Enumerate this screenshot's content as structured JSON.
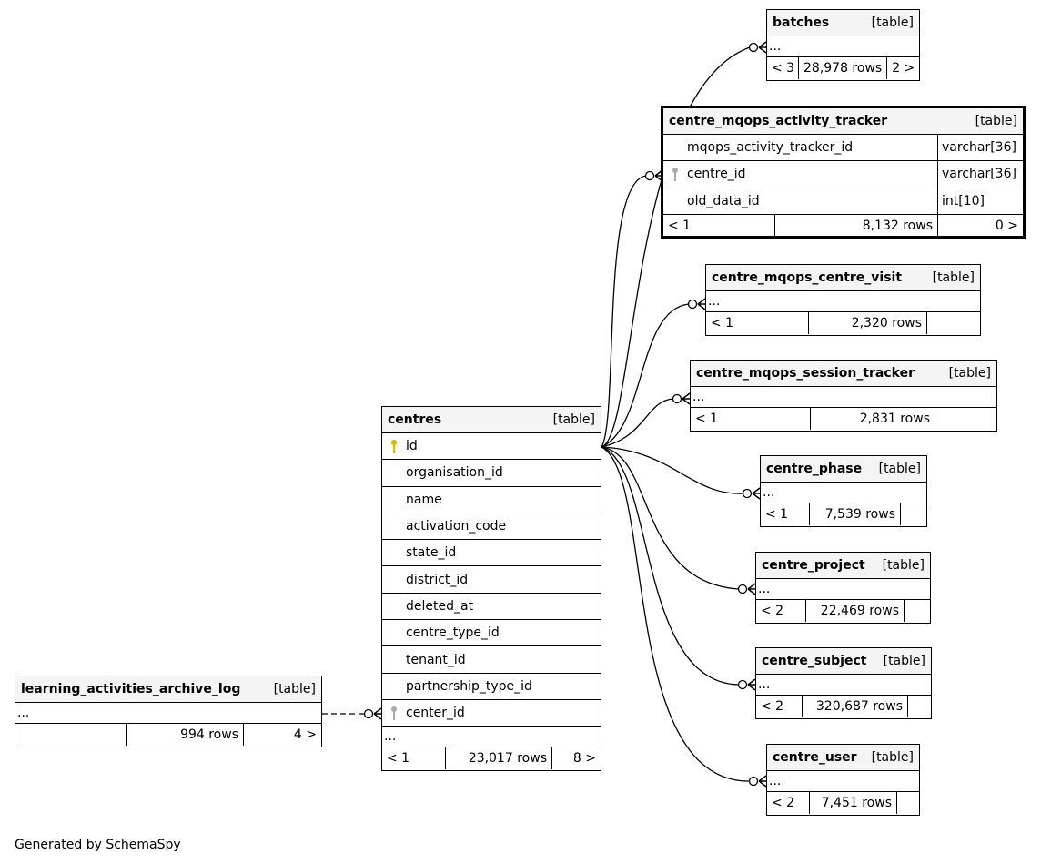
{
  "footer": "Generated by SchemaSpy",
  "tables": {
    "batches": {
      "name": "batches",
      "tag": "[table]",
      "columns": [],
      "ellipsis": "...",
      "parents": "< 3",
      "rows": "28,978 rows",
      "children": "2 >"
    },
    "tracker": {
      "name": "centre_mqops_activity_tracker",
      "tag": "[table]",
      "columns": [
        {
          "name": "mqops_activity_tracker_id",
          "type": "varchar[36]"
        },
        {
          "name": "centre_id",
          "type": "varchar[36]"
        },
        {
          "name": "old_data_id",
          "type": "int[10]"
        }
      ],
      "parents": "< 1",
      "rows": "8,132 rows",
      "children": "0 >"
    },
    "visit": {
      "name": "centre_mqops_centre_visit",
      "tag": "[table]",
      "ellipsis": "...",
      "parents": "< 1",
      "rows": "2,320 rows",
      "children": ""
    },
    "session": {
      "name": "centre_mqops_session_tracker",
      "tag": "[table]",
      "ellipsis": "...",
      "parents": "< 1",
      "rows": "2,831 rows",
      "children": ""
    },
    "phase": {
      "name": "centre_phase",
      "tag": "[table]",
      "ellipsis": "...",
      "parents": "< 1",
      "rows": "7,539 rows",
      "children": ""
    },
    "project": {
      "name": "centre_project",
      "tag": "[table]",
      "ellipsis": "...",
      "parents": "< 2",
      "rows": "22,469 rows",
      "children": ""
    },
    "subject": {
      "name": "centre_subject",
      "tag": "[table]",
      "ellipsis": "...",
      "parents": "< 2",
      "rows": "320,687 rows",
      "children": ""
    },
    "user": {
      "name": "centre_user",
      "tag": "[table]",
      "ellipsis": "...",
      "parents": "< 2",
      "rows": "7,451 rows",
      "children": ""
    },
    "centres": {
      "name": "centres",
      "tag": "[table]",
      "columns": [
        "id",
        "organisation_id",
        "name",
        "activation_code",
        "state_id",
        "district_id",
        "deleted_at",
        "centre_type_id",
        "tenant_id",
        "partnership_type_id",
        "center_id"
      ],
      "ellipsis": "...",
      "parents": "< 1",
      "rows": "23,017 rows",
      "children": "8 >"
    },
    "archive": {
      "name": "learning_activities_archive_log",
      "tag": "[table]",
      "ellipsis": "...",
      "parents": "",
      "rows": "994 rows",
      "children": "4 >"
    }
  }
}
